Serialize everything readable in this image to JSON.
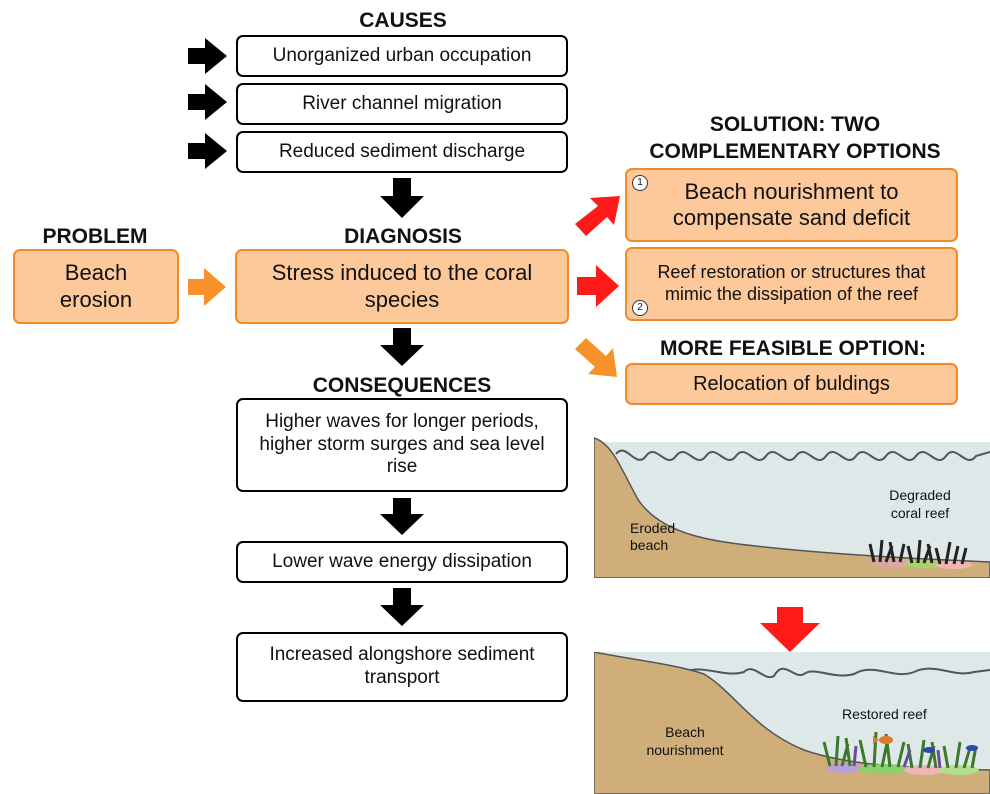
{
  "headers": {
    "causes": "CAUSES",
    "problem": "PROBLEM",
    "diagnosis": "DIAGNOSIS",
    "consequences": "CONSEQUENCES",
    "solution": "SOLUTION: TWO COMPLEMENTARY OPTIONS",
    "feasible": "MORE FEASIBLE OPTION:"
  },
  "causes": [
    "Unorganized urban occupation",
    "River channel migration",
    "Reduced sediment discharge"
  ],
  "problem": "Beach erosion",
  "diagnosis": "Stress induced to the coral species",
  "consequences": [
    "Higher waves for longer periods, higher storm surges and sea level rise",
    "Lower wave energy dissipation",
    "Increased alongshore sediment transport"
  ],
  "solutions": [
    {
      "num": "1",
      "text": "Beach nourishment to compensate sand deficit"
    },
    {
      "num": "2",
      "text": "Reef restoration or structures that mimic the dissipation of the reef"
    }
  ],
  "feasible_option": "Relocation of buldings",
  "illustration": {
    "top_beach": "Eroded beach",
    "top_reef": "Degraded coral reef",
    "bottom_beach": "Beach nourishment",
    "bottom_reef": "Restored reef"
  },
  "colors": {
    "orange_fill": "#fdc89a",
    "orange_border": "#f08a2a",
    "red_arrow": "#ff1a1a",
    "sand": "#cfae7a",
    "water": "#dfe8e8"
  }
}
